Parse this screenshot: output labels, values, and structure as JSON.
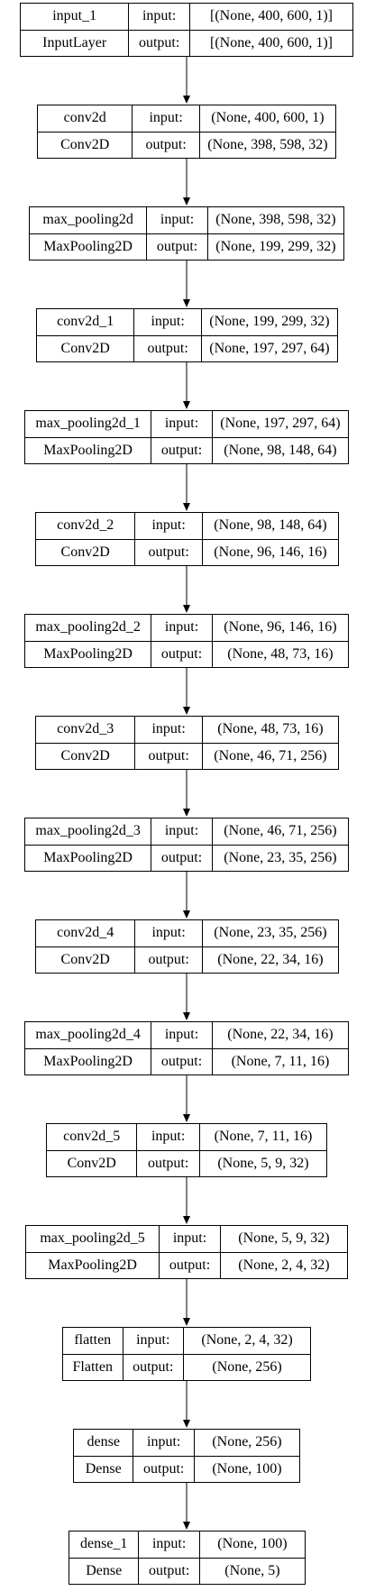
{
  "layers": [
    {
      "name": "input_1",
      "type": "InputLayer",
      "input": "[(None, 400, 600, 1)]",
      "output": "[(None, 400, 600, 1)]"
    },
    {
      "name": "conv2d",
      "type": "Conv2D",
      "input": "(None, 400, 600, 1)",
      "output": "(None, 398, 598, 32)"
    },
    {
      "name": "max_pooling2d",
      "type": "MaxPooling2D",
      "input": "(None, 398, 598, 32)",
      "output": "(None, 199, 299, 32)"
    },
    {
      "name": "conv2d_1",
      "type": "Conv2D",
      "input": "(None, 199, 299, 32)",
      "output": "(None, 197, 297, 64)"
    },
    {
      "name": "max_pooling2d_1",
      "type": "MaxPooling2D",
      "input": "(None, 197, 297, 64)",
      "output": "(None, 98, 148, 64)"
    },
    {
      "name": "conv2d_2",
      "type": "Conv2D",
      "input": "(None, 98, 148, 64)",
      "output": "(None, 96, 146, 16)"
    },
    {
      "name": "max_pooling2d_2",
      "type": "MaxPooling2D",
      "input": "(None, 96, 146, 16)",
      "output": "(None, 48, 73, 16)"
    },
    {
      "name": "conv2d_3",
      "type": "Conv2D",
      "input": "(None, 48, 73, 16)",
      "output": "(None, 46, 71, 256)"
    },
    {
      "name": "max_pooling2d_3",
      "type": "MaxPooling2D",
      "input": "(None, 46, 71, 256)",
      "output": "(None, 23, 35, 256)"
    },
    {
      "name": "conv2d_4",
      "type": "Conv2D",
      "input": "(None, 23, 35, 256)",
      "output": "(None, 22, 34, 16)"
    },
    {
      "name": "max_pooling2d_4",
      "type": "MaxPooling2D",
      "input": "(None, 22, 34, 16)",
      "output": "(None, 7, 11, 16)"
    },
    {
      "name": "conv2d_5",
      "type": "Conv2D",
      "input": "(None, 7, 11, 16)",
      "output": "(None, 5, 9, 32)"
    },
    {
      "name": "max_pooling2d_5",
      "type": "MaxPooling2D",
      "input": "(None, 5, 9, 32)",
      "output": "(None, 2, 4, 32)"
    },
    {
      "name": "flatten",
      "type": "Flatten",
      "input": "(None, 2, 4, 32)",
      "output": "(None, 256)"
    },
    {
      "name": "dense",
      "type": "Dense",
      "input": "(None, 256)",
      "output": "(None, 100)"
    },
    {
      "name": "dense_1",
      "type": "Dense",
      "input": "(None, 100)",
      "output": "(None, 5)"
    }
  ],
  "labels": {
    "input": "input:",
    "output": "output:"
  }
}
